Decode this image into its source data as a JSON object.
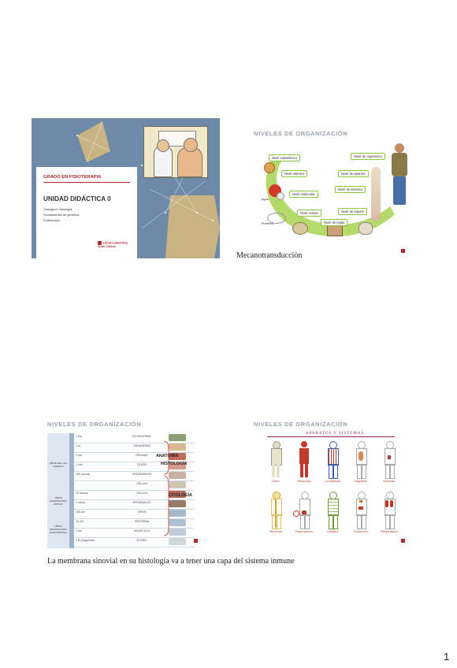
{
  "slide1": {
    "program": "GRADO EN FISIOTERAPIA",
    "unit": "UNIDAD DIDÁCTICA 0",
    "topics": [
      "Citología e histología",
      "Fundamentos de genética",
      "Embriología"
    ],
    "university": "Universidad Rey Juan Carlos",
    "colors": {
      "left_bg": "#6e8aa8",
      "hex_tan": "#c8b382",
      "program_text": "#b0282d"
    }
  },
  "slide2": {
    "title": "NIVELES DE ORGANIZACIÓN",
    "levels": [
      "Nivel subatómico",
      "Nivel atómico",
      "Nivel molecular",
      "Nivel celular",
      "Nivel de tejido",
      "Nivel de órgano",
      "Nivel de sistema",
      "Nivel de aparato",
      "Nivel de organismo"
    ],
    "small_labels": [
      "Agua",
      "Proteína"
    ],
    "caption": "Mecanotransducción"
  },
  "slide3": {
    "title": "NIVELES DE ORGANIZACIÓN",
    "rows": [
      {
        "value": "1 km",
        "name": "ECOSISTEMA"
      },
      {
        "value": "1 m",
        "name": "ORGANISMO"
      },
      {
        "value": "1 cm",
        "name": "ÓRGANO"
      },
      {
        "value": "1 mm",
        "name": "TEJIDO"
      },
      {
        "value": "100 micras",
        "name": "ORGANISMOS"
      },
      {
        "value": "",
        "name": "CÉLULA"
      },
      {
        "value": "10 micras",
        "name": "CÉLULA"
      },
      {
        "value": "1 micra",
        "name": "ORGÁNULOS"
      },
      {
        "value": "100 nm",
        "name": "VIRUS"
      },
      {
        "value": "10 nm",
        "name": "PROTEÍNA"
      },
      {
        "value": "1 nm",
        "name": "MOLÉCULA"
      },
      {
        "value": "1 Å (Angstrom)",
        "name": "ÁTOMO"
      }
    ],
    "side_labels": [
      "LÍMITE DEL OJO HUMANO",
      "LÍMITE MICROSCOPIO ÓPTICO",
      "LÍMITE MICROSCOPIO ELECTRÓNICO"
    ],
    "brackets": [
      "ANATOMÍA",
      "HISTOLOGÍA",
      "CITOLOGÍA"
    ]
  },
  "slide4": {
    "title": "NIVELES DE ORGANIZACIÓN",
    "subtitle": "APARATOS Y SISTEMAS",
    "systems_top": [
      "Óseo",
      "Muscular",
      "Circulatorio",
      "Digestivo",
      "Excretor"
    ],
    "systems_bottom": [
      "Nervioso",
      "Reproductor",
      "Linfático",
      "Endocrino",
      "Respiratorio"
    ]
  },
  "caption_bottom": "La membrana sinovial en su histología va a tener una capa del sistema inmune",
  "page_number": "1"
}
